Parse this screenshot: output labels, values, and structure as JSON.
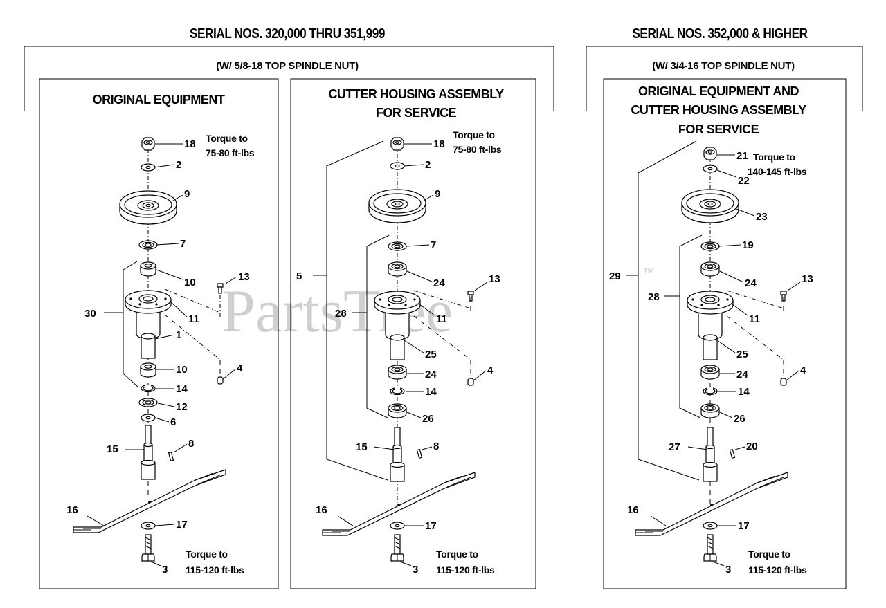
{
  "headers": {
    "left": "SERIAL NOS. 320,000 THRU 351,999",
    "right": "SERIAL NOS. 352,000 & HIGHER"
  },
  "subheaders": {
    "left": "(W/ 5/8-18 TOP SPINDLE NUT)",
    "right": "(W/ 3/4-16 TOP SPINDLE NUT)"
  },
  "panels": [
    {
      "title": [
        "ORIGINAL EQUIPMENT"
      ],
      "torque_top": [
        "Torque to",
        "75-80 ft-lbs"
      ],
      "torque_bottom": [
        "Torque to",
        "115-120 ft-lbs"
      ]
    },
    {
      "title": [
        "CUTTER HOUSING ASSEMBLY",
        "FOR SERVICE"
      ],
      "torque_top": [
        "Torque to",
        "75-80 ft-lbs"
      ],
      "torque_bottom": [
        "Torque to",
        "115-120 ft-lbs"
      ]
    },
    {
      "title": [
        "ORIGINAL EQUIPMENT AND",
        "CUTTER HOUSING ASSEMBLY",
        "FOR SERVICE"
      ],
      "torque_top": [
        "Torque to",
        "140-145 ft-lbs"
      ],
      "torque_bottom": [
        "Torque to",
        "115-120 ft-lbs"
      ]
    }
  ],
  "callouts": {
    "p1": [
      "18",
      "2",
      "9",
      "7",
      "10",
      "13",
      "11",
      "30",
      "1",
      "10",
      "4",
      "14",
      "12",
      "6",
      "15",
      "8",
      "16",
      "17",
      "3"
    ],
    "p2": [
      "18",
      "2",
      "9",
      "7",
      "5",
      "24",
      "13",
      "11",
      "28",
      "25",
      "4",
      "24",
      "14",
      "26",
      "15",
      "8",
      "16",
      "17",
      "3"
    ],
    "p3": [
      "21",
      "22",
      "23",
      "19",
      "29",
      "24",
      "13",
      "11",
      "28",
      "25",
      "4",
      "24",
      "14",
      "26",
      "27",
      "20",
      "16",
      "17",
      "3"
    ]
  },
  "watermark": {
    "text": "PartsTree",
    "mark": "™"
  }
}
